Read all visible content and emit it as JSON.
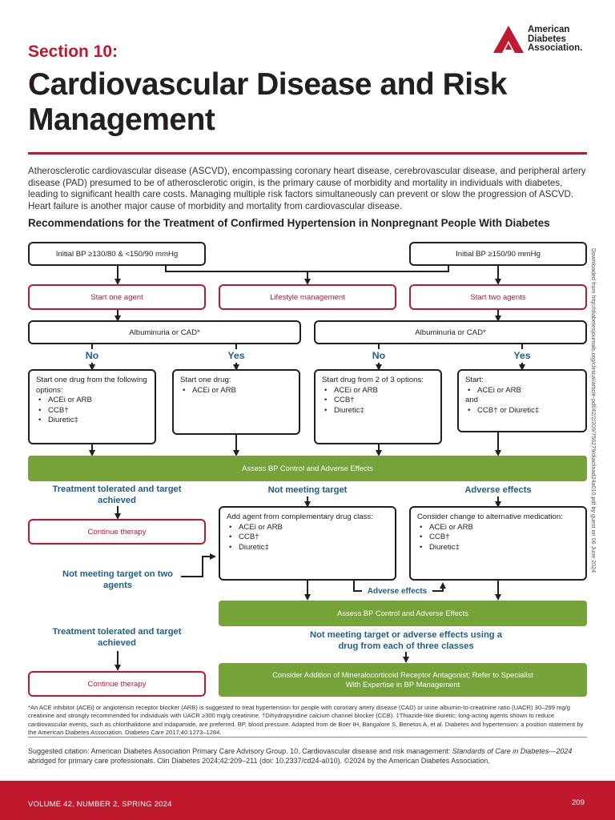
{
  "header": {
    "section": "Section 10:",
    "title": "Cardiovascular Disease and Risk Management",
    "logo_lines": [
      "American",
      "Diabetes",
      "Association."
    ]
  },
  "intro": "Atherosclerotic cardiovascular disease (ASCVD), encompassing coronary heart disease, cerebrovascular disease, and peripheral artery disease (PAD) presumed to be of atherosclerotic origin, is the primary cause of morbidity and mortality in individuals with diabetes, leading to significant health care costs. Managing multiple risk factors simultaneously can prevent or slow the progression of ASCVD. Heart failure is another major cause of morbidity and mortality from cardiovascular disease.",
  "rec_heading": "Recommendations for the Treatment of Confirmed Hypertension in Nonpregnant People With Diabetes",
  "side_note": "Downloaded from http://diabetesjournals.org/clinical/article-pdf/42/2/209/756279/diaclinad24a010.pdf by guest on 06 June 2024",
  "flow": {
    "initial_low": "Initial BP ≥130/80 & <150/90 mmHg",
    "initial_high": "Initial BP ≥150/90 mmHg",
    "start_one": "Start one agent",
    "lifestyle": "Lifestyle management",
    "start_two": "Start two agents",
    "albuminuria_left": "Albuminuria or CAD*",
    "albuminuria_right": "Albuminuria or CAD*",
    "no_1": "No",
    "yes_1": "Yes",
    "no_2": "No",
    "yes_2": "Yes",
    "opt1": {
      "lead": "Start one drug from the following options:",
      "items": [
        "ACEi or ARB",
        "CCB†",
        "Diuretic‡"
      ]
    },
    "opt2": {
      "lead": "Start one drug:",
      "items": [
        "ACEi or ARB"
      ]
    },
    "opt3": {
      "lead": "Start drug from 2 of 3 options:",
      "items": [
        "ACEi or ARB",
        "CCB†",
        "Diuretic‡"
      ]
    },
    "opt4": {
      "lead": "Start:",
      "item1": "ACEi or ARB",
      "and": "and",
      "item2": "CCB† or Diuretic‡"
    },
    "assess_1": "Assess BP Control and Adverse Effects",
    "tolerated_1": "Treatment tolerated and target achieved",
    "not_meeting_1": "Not meeting target",
    "adverse_1": "Adverse effects",
    "continue_1": "Continue therapy",
    "add_agent": {
      "lead": "Add agent from complementary drug class:",
      "items": [
        "ACEi or ARB",
        "CCB†",
        "Diuretic‡"
      ]
    },
    "consider_change": {
      "lead": "Consider change to alternative medication:",
      "items": [
        "ACEi or ARB",
        "CCB†",
        "Diuretic‡"
      ]
    },
    "not_meeting_two": "Not meeting target on two agents",
    "adverse_2": "Adverse effects",
    "assess_2": "Assess BP Control and Adverse Effects",
    "tolerated_2": "Treatment tolerated and target achieved",
    "not_meeting_three": "Not meeting target or adverse effects using a drug from each of three classes",
    "continue_2": "Continue therapy",
    "consider_mra": "Consider Addition of Mineralocorticoid Receptor Antagonist; Refer to Specialist With Expertise in BP Management"
  },
  "footnote": "*An ACE inhibitor (ACEi) or angiotensin receptor blocker (ARB) is suggested to treat hypertension for people with coronary artery disease (CAD) or urine albumin-to-creatinine ratio (UACR) 30–299 mg/g creatinine and strongly recommended for individuals with UACR ≥300 mg/g creatinine. †Dihydropyridine calcium channel blocker (CCB). ‡Thiazide-like diuretic; long-acting agents shown to reduce cardiovascular events, such as chlorthalidone and indapamide, are preferred. BP, blood pressure. Adapted from de Boer IH, Bangalore S, Benetos A, et al. Diabetes and hypertension: a position statement by the American Diabetes Association. Diabetes Care 2017;40:1273–1284.",
  "citation": {
    "before": "Suggested citation: American Diabetes Association Primary Care Advisory Group. 10. Cardiovascular disease and risk management: ",
    "italic": "Standards of Care in Diabetes—2024",
    "after": " abridged for primary care professionals. Clin Diabetes 2024;42:209–211 (doi: 10.2337/cd24-a010). ©2024 by the American Diabetes Association."
  },
  "footer": {
    "volume": "VOLUME 42, NUMBER 2, SPRING 2024",
    "page": "209"
  },
  "colors": {
    "brand_red": "#c0182d",
    "green": "#76a23a",
    "blue_text": "#1f5f8b"
  }
}
